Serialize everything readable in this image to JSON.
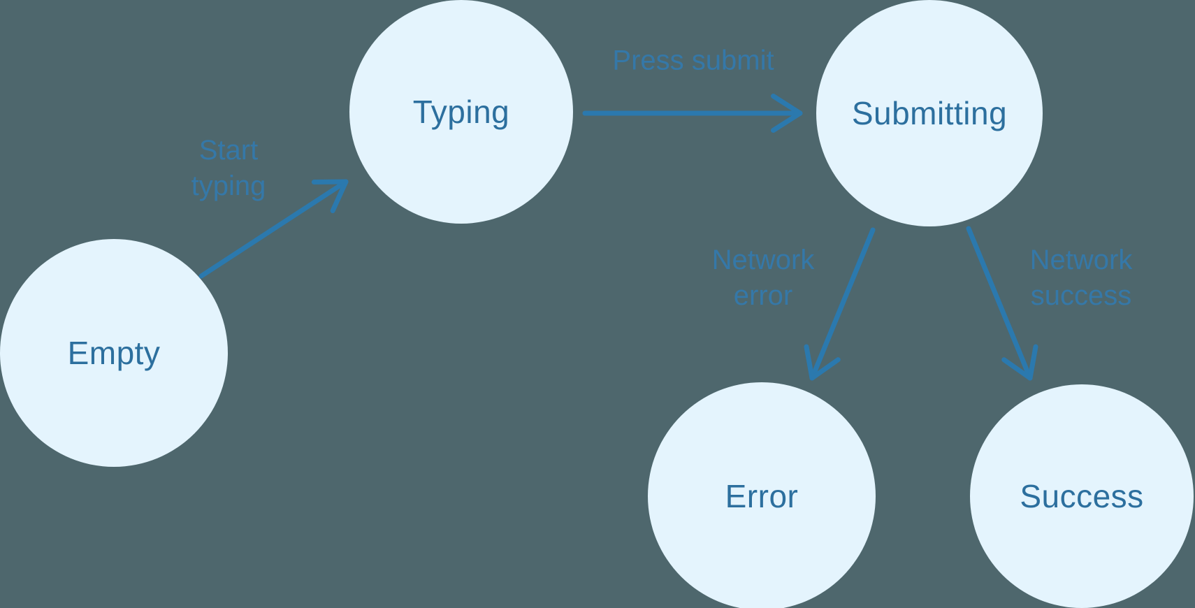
{
  "diagram": {
    "type": "state-machine",
    "background_color": "#4e676d",
    "node_fill_color": "#e4f4fd",
    "node_text_color": "#2c6f9e",
    "arrow_color": "#2b79ae",
    "edge_label_color": "#3578a8",
    "states": [
      {
        "id": "empty",
        "label": "Empty"
      },
      {
        "id": "typing",
        "label": "Typing"
      },
      {
        "id": "submitting",
        "label": "Submitting"
      },
      {
        "id": "error",
        "label": "Error"
      },
      {
        "id": "success",
        "label": "Success"
      }
    ],
    "transitions": [
      {
        "id": "start-typing",
        "from": "empty",
        "to": "typing",
        "label_line1": "Start",
        "label_line2": "typing"
      },
      {
        "id": "press-submit",
        "from": "typing",
        "to": "submitting",
        "label_line1": "Press submit",
        "label_line2": ""
      },
      {
        "id": "network-error",
        "from": "submitting",
        "to": "error",
        "label_line1": "Network",
        "label_line2": "error"
      },
      {
        "id": "network-success",
        "from": "submitting",
        "to": "success",
        "label_line1": "Network",
        "label_line2": "success"
      }
    ]
  }
}
